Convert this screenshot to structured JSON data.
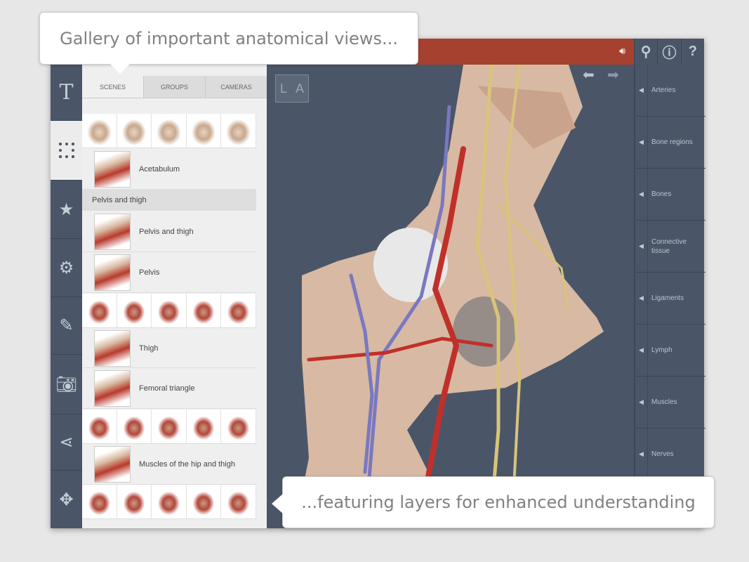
{
  "callouts": {
    "top": "Gallery of important anatomical views...",
    "bottom": "...featuring layers for enhanced understanding"
  },
  "tabs": [
    "SCENES",
    "GROUPS",
    "CAMERAS"
  ],
  "scenes": {
    "acetabulum": "Acetabulum",
    "section": "Pelvis and thigh",
    "items": [
      "Pelvis and thigh",
      "Pelvis",
      "Thigh",
      "Femoral triangle",
      "Muscles of the hip and thigh"
    ]
  },
  "view_cube": {
    "left": "L",
    "front": "A"
  },
  "layers": [
    "Arteries",
    "Bone regions",
    "Bones",
    "Connective tissue",
    "Ligaments",
    "Lymph",
    "Muscles",
    "Nerves"
  ],
  "colors": {
    "header_red": "#a5412e",
    "slate": "#4a5668"
  }
}
